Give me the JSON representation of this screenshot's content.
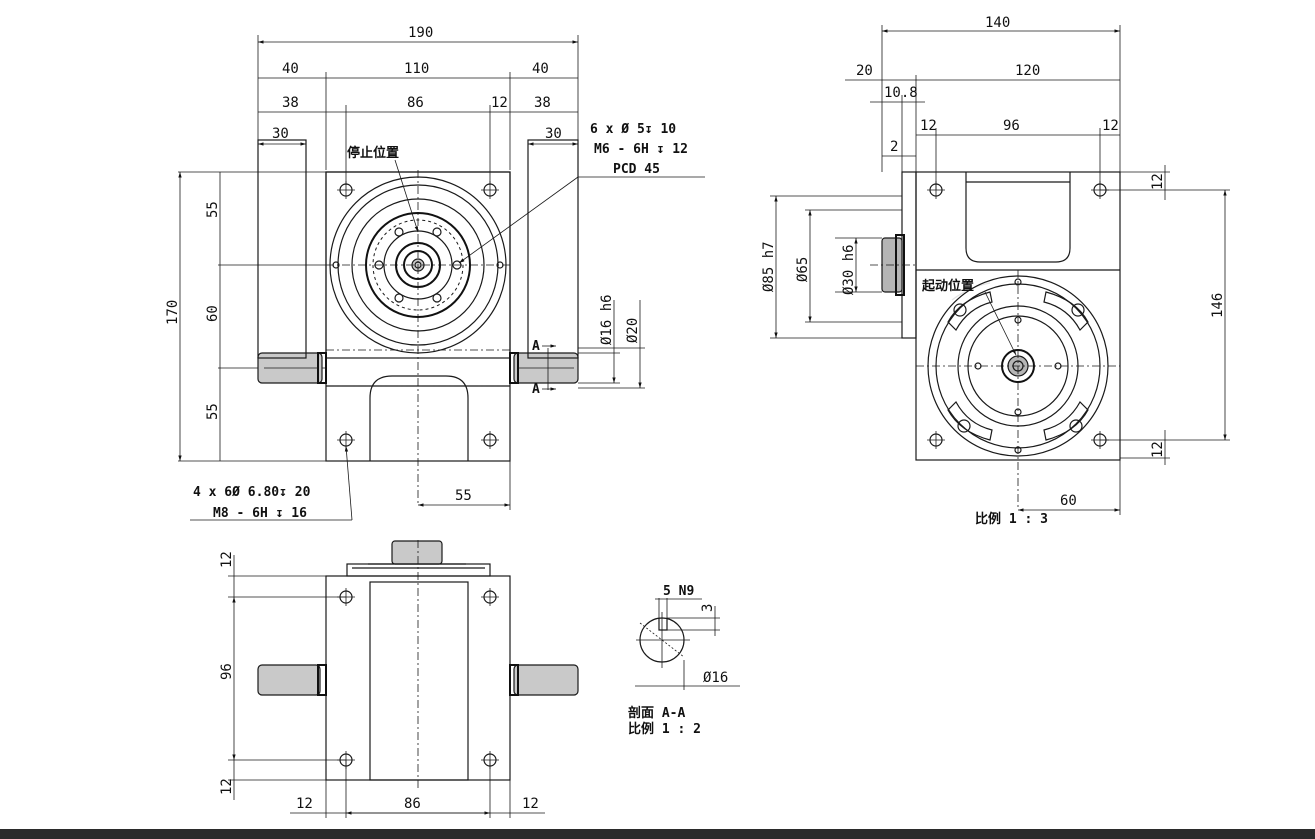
{
  "top_view": {
    "dims": {
      "overall": "190",
      "left40": "40",
      "mid110": "110",
      "right40": "40",
      "left38": "38",
      "mid86": "86",
      "d12": "12",
      "right38": "38",
      "left30": "30",
      "right30": "30",
      "height170": "170",
      "h55a": "55",
      "h60": "60",
      "h55b": "55",
      "bottom55": "55",
      "shaft_phi16": "Ø16 h6",
      "shaft_phi20": "Ø20"
    },
    "callouts": {
      "holes_line1": "6 x Ø 5↧ 10",
      "holes_line2": "M6 - 6H ↧ 12",
      "pcd": "PCD 45",
      "stop_position": "停止位置",
      "mount_line1": "4 x 6Ø 6.80↧ 20",
      "mount_line2": "M8 - 6H ↧ 16",
      "section_a": "A"
    }
  },
  "side_view": {
    "dims": {
      "overall": "140",
      "d20": "20",
      "d120": "120",
      "d10_8": "10.8",
      "d12a": "12",
      "d96": "96",
      "d12b": "12",
      "d2": "2",
      "phi85": "Ø85 h7",
      "phi65": "Ø65",
      "phi30": "Ø30 h6",
      "d146": "146",
      "d12c": "12",
      "d12d": "12",
      "d60": "60"
    },
    "start_position": "起动位置",
    "scale": "比例 1 : 3"
  },
  "front_view": {
    "dims": {
      "d12top": "12",
      "d96": "96",
      "d12bot": "12",
      "d12l": "12",
      "d86": "86",
      "d12r": "12"
    }
  },
  "section": {
    "key": "5 N9",
    "depth": "3",
    "dia": "Ø16",
    "title": "剖面 A-A",
    "scale": "比例 1 : 2"
  }
}
